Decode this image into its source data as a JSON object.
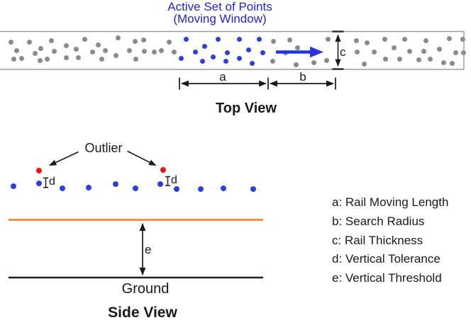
{
  "top_view": {
    "title_line1": "Active Set of Points",
    "title_line2": "(Moving Window)",
    "section_label": "Top View",
    "dim_label_a": "a",
    "dim_label_b": "b",
    "dim_label_c": "c",
    "gray_dots": [
      [
        15,
        59
      ],
      [
        23,
        71
      ],
      [
        19,
        83
      ],
      [
        30,
        82
      ],
      [
        41,
        59
      ],
      [
        49,
        75
      ],
      [
        57,
        68
      ],
      [
        56,
        85
      ],
      [
        66,
        83
      ],
      [
        72,
        57
      ],
      [
        76,
        72
      ],
      [
        93,
        64
      ],
      [
        93,
        81
      ],
      [
        107,
        69
      ],
      [
        110,
        81
      ],
      [
        119,
        55
      ],
      [
        130,
        73
      ],
      [
        138,
        63
      ],
      [
        143,
        83
      ],
      [
        148,
        71
      ],
      [
        163,
        78
      ],
      [
        166,
        53
      ],
      [
        182,
        71
      ],
      [
        190,
        58
      ],
      [
        191,
        83
      ],
      [
        202,
        56
      ],
      [
        203,
        72
      ],
      [
        217,
        73
      ],
      [
        227,
        71
      ],
      [
        238,
        59
      ],
      [
        245,
        73
      ],
      [
        385,
        58
      ],
      [
        384,
        86
      ],
      [
        402,
        74
      ],
      [
        408,
        56
      ],
      [
        419,
        67
      ],
      [
        417,
        91
      ],
      [
        442,
        88
      ],
      [
        462,
        55
      ],
      [
        460,
        85
      ],
      [
        502,
        57
      ],
      [
        503,
        73
      ],
      [
        517,
        60
      ],
      [
        513,
        90
      ],
      [
        527,
        73
      ],
      [
        542,
        55
      ],
      [
        543,
        83
      ],
      [
        555,
        67
      ],
      [
        563,
        83
      ],
      [
        570,
        55
      ],
      [
        577,
        72
      ],
      [
        590,
        84
      ],
      [
        597,
        72
      ],
      [
        600,
        57
      ],
      [
        606,
        83
      ],
      [
        619,
        69
      ],
      [
        633,
        54
      ],
      [
        642,
        74
      ],
      [
        637,
        89
      ],
      [
        625,
        88
      ],
      [
        652,
        55
      ],
      [
        653,
        74
      ]
    ],
    "blue_dots": [
      [
        255,
        82
      ],
      [
        262,
        55
      ],
      [
        275,
        73
      ],
      [
        288,
        65
      ],
      [
        285,
        86
      ],
      [
        300,
        80
      ],
      [
        307,
        55
      ],
      [
        318,
        86
      ],
      [
        320,
        74
      ],
      [
        337,
        55
      ],
      [
        337,
        82
      ],
      [
        350,
        70
      ],
      [
        355,
        89
      ],
      [
        365,
        55
      ],
      [
        370,
        74
      ]
    ]
  },
  "side_view": {
    "section_label": "Side View",
    "outlier_label": "Outlier",
    "ground_label": "Ground",
    "tolerance_label_left": "d",
    "tolerance_label_right": "d",
    "threshold_label": "e",
    "red_dots": [
      [
        55,
        241
      ],
      [
        230,
        240
      ]
    ],
    "blue_dots": [
      [
        19,
        263
      ],
      [
        55,
        259
      ],
      [
        88,
        266
      ],
      [
        125,
        265
      ],
      [
        163,
        260
      ],
      [
        191,
        266
      ],
      [
        226,
        260
      ],
      [
        249,
        267
      ],
      [
        283,
        267
      ],
      [
        315,
        266
      ],
      [
        357,
        267
      ]
    ]
  },
  "legend": {
    "items": [
      "a: Rail Moving Length",
      "b: Search Radius",
      "c: Rail Thickness",
      "d: Vertical Tolerance",
      "e: Vertical Threshold"
    ]
  },
  "colors": {
    "title_blue": "#2222dd",
    "point_blue": "#2b3fe2",
    "point_gray": "#8a8a8a",
    "outlier_red": "#ee1414",
    "direction_arrow_blue": "#2334e0",
    "rail_orange": "#ef7d22",
    "band_border_gray": "#9c9c9c",
    "ink_black": "#1a1a1a"
  }
}
